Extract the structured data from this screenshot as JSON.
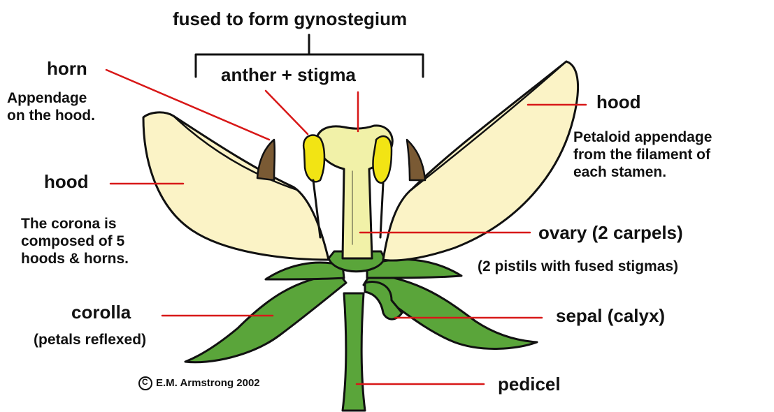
{
  "labels": {
    "gynostegium": "fused to form gynostegium",
    "anther_stigma": "anther + stigma",
    "horn": "horn",
    "horn_desc": "Appendage\non the hood.",
    "hood_right": "hood",
    "hood_right_desc": "Petaloid appendage\nfrom the filament of\neach stamen.",
    "hood_left": "hood",
    "corona_desc": "The corona is\ncomposed of 5\nhoods & horns.",
    "ovary": "ovary (2 carpels)",
    "pistils": "(2 pistils with fused stigmas)",
    "corolla": "corolla",
    "corolla_desc": "(petals reflexed)",
    "sepal": "sepal (calyx)",
    "pedicel": "pedicel",
    "copyright_symbol": "C",
    "copyright": "E.M. Armstrong 2002"
  },
  "colors": {
    "hood": "#fbf3c6",
    "column": "#f1f1a8",
    "anther": "#f2e414",
    "green": "#5aa53a",
    "horn": "#7a5a34",
    "leader": "#d81818",
    "outline": "#111111"
  }
}
